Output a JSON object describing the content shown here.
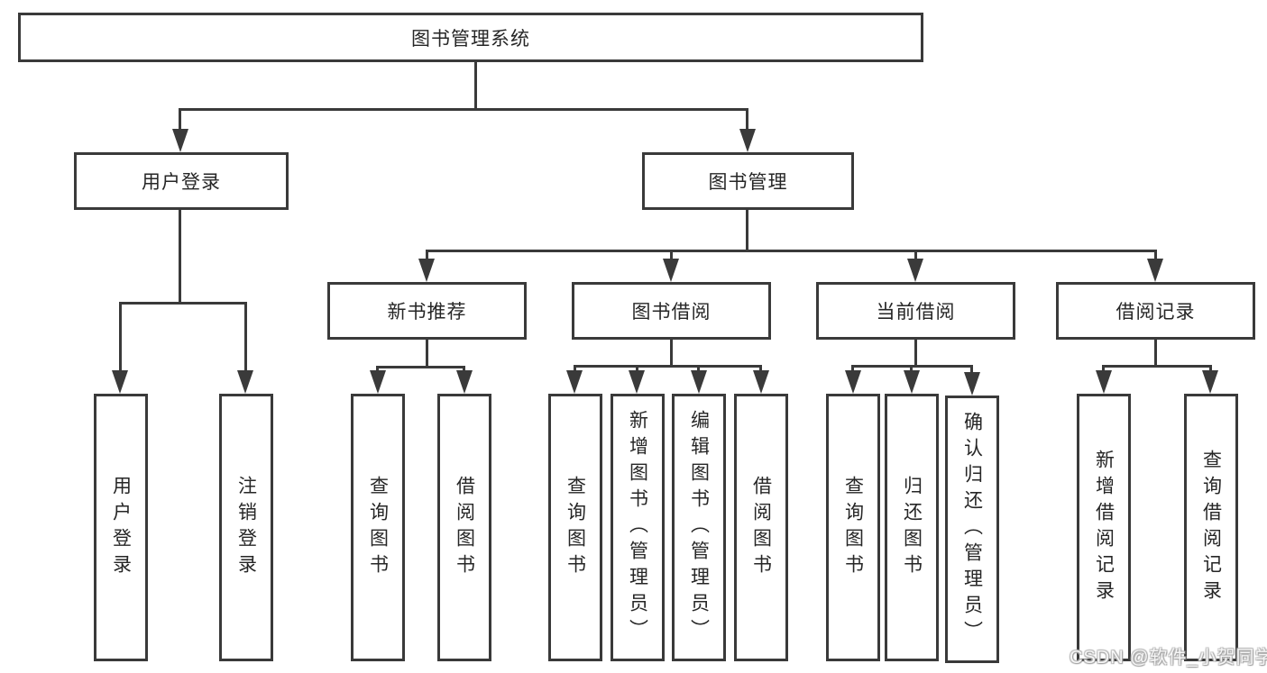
{
  "diagram": {
    "root": "图书管理系统",
    "l2": [
      "用户登录",
      "图书管理"
    ],
    "l3": [
      "新书推荐",
      "图书借阅",
      "当前借阅",
      "借阅记录"
    ],
    "leaves_user": [
      "用户登录",
      "注销登录"
    ],
    "leaves_newbook": [
      "查询图书",
      "借阅图书"
    ],
    "leaves_borrow": [
      "查询图书",
      "新增图书（管理员）",
      "编辑图书（管理员）",
      "借阅图书"
    ],
    "leaves_current": [
      "查询图书",
      "归还图书",
      "确认归还（管理员）"
    ],
    "leaves_records": [
      "新增借阅记录",
      "查询借阅记录"
    ]
  },
  "watermark": "CSDN @软件_小贺同学",
  "colors": {
    "line": "#3a3a3a",
    "box_bg": "#ffffff",
    "text": "#262626"
  }
}
